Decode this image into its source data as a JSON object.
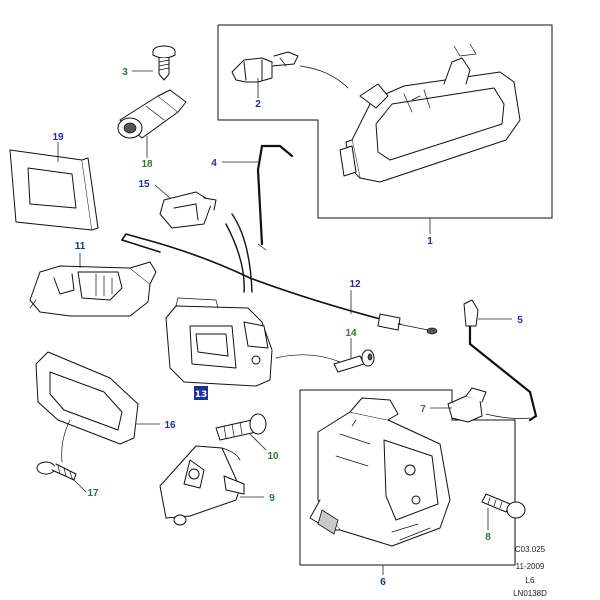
{
  "callouts": {
    "c1": "1",
    "c2": "2",
    "c3": "3",
    "c4": "4",
    "c5": "5",
    "c6": "6",
    "c7": "7",
    "c8": "8",
    "c9": "9",
    "c10": "10",
    "c11": "11",
    "c12": "12",
    "c14": "14",
    "c15": "15",
    "c16": "16",
    "c17": "17",
    "c18": "18",
    "c19": "19"
  },
  "badge": "13",
  "reference": {
    "code": "C03.025",
    "date": "11-2009",
    "model": "L6",
    "drawing": "LN0138D"
  },
  "colors": {
    "callout_blue": "#1f2f9a",
    "callout_green": "#2d7a2d",
    "badge_bg": "#1f2f9a"
  }
}
